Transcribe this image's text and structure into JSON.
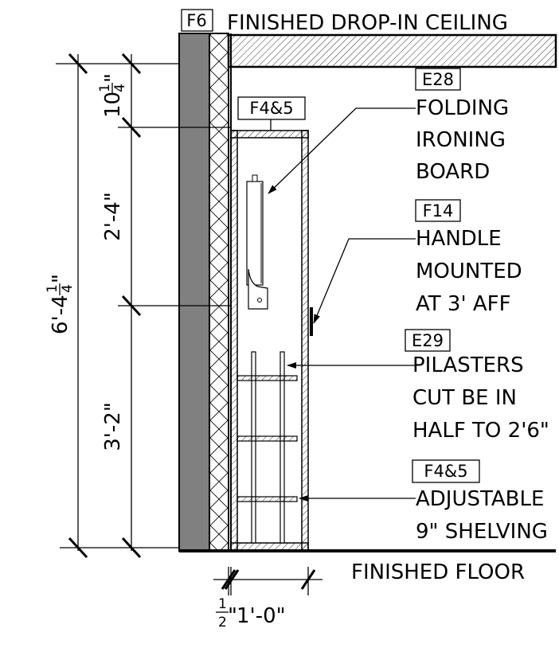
{
  "tags": {
    "ceiling": "F6",
    "cabinet_top": "F4&5",
    "ironing": "E28",
    "handle": "F14",
    "pilasters": "E29",
    "shelving": "F4&5"
  },
  "labels": {
    "ceiling": "FINISHED DROP-IN CEILING",
    "ironing": [
      "FOLDING",
      "IRONING",
      "BOARD"
    ],
    "handle": [
      "HANDLE",
      "MOUNTED",
      "AT 3' AFF"
    ],
    "pilasters": [
      "PILASTERS",
      "CUT BE IN",
      "HALF TO 2'6\""
    ],
    "shelving": [
      "ADJUSTABLE",
      "9\" SHELVING"
    ],
    "floor": "FINISHED FLOOR"
  },
  "dimensions": {
    "overall": {
      "whole": "6'-4",
      "num": "1",
      "den": "4",
      "unit": "\""
    },
    "top_gap": {
      "whole": "10",
      "num": "1",
      "den": "4",
      "unit": "\""
    },
    "upper": "2'-4\"",
    "lower": "3'-2\"",
    "gap": {
      "num": "1",
      "den": "2",
      "unit": "\""
    },
    "depth": "1'-0\""
  },
  "colors": {
    "stud_wall": "#808080",
    "line": "#000000",
    "background": "#ffffff"
  }
}
